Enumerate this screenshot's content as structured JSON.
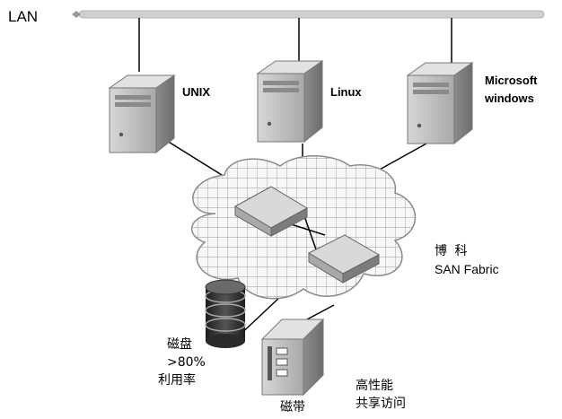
{
  "network": {
    "label": "LAN"
  },
  "servers": [
    {
      "label": "UNIX"
    },
    {
      "label": "Linux"
    },
    {
      "label": "Microsoft\nwindows"
    }
  ],
  "fabric": {
    "label_cn": "博 科",
    "label_en": "SAN Fabric"
  },
  "disk": {
    "line1": "磁盘",
    "line2": ">80%",
    "line3": "利用率"
  },
  "tape": {
    "label": "磁带"
  },
  "access": {
    "line1": "高性能",
    "line2": "共享访问"
  }
}
